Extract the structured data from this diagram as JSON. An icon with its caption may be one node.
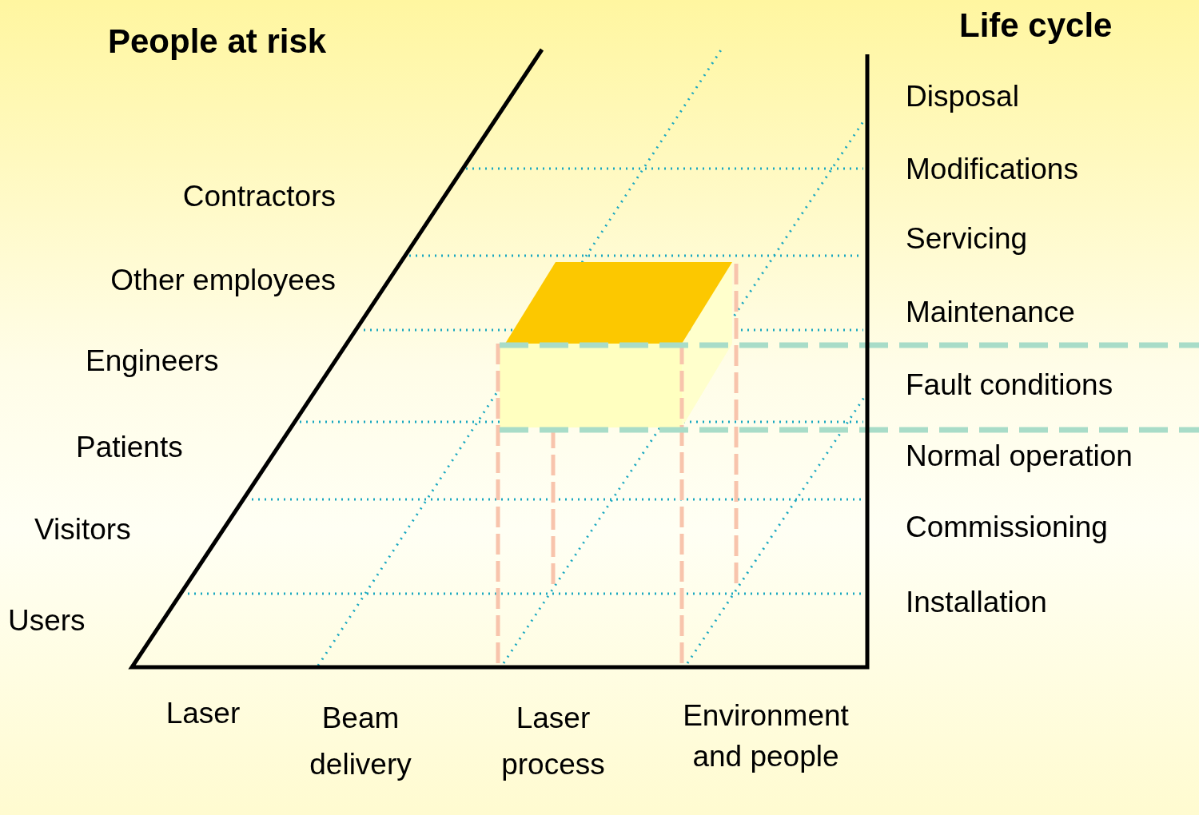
{
  "diagram": {
    "labels": [
      "People at risk",
      "Life cycle",
      "Disposal",
      "Modifications",
      "Contractors",
      "Servicing",
      "Other employees",
      "Maintenance",
      "Engineers",
      "Fault conditions",
      "Patients",
      "Normal operation",
      "Visitors",
      "Commissioning",
      "Users",
      "Installation",
      "Laser",
      "Beam delivery",
      "Laser process",
      "Environment and people"
    ]
  }
}
